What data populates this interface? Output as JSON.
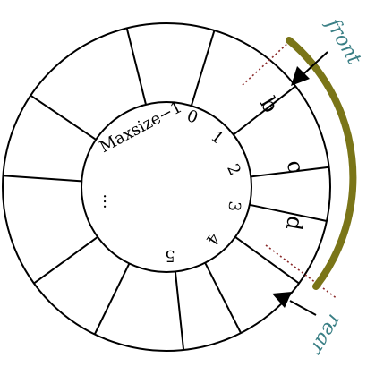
{
  "labels": {
    "maxsize": "Maxsize−1",
    "indices": [
      "0",
      "1",
      "2",
      "3",
      "4",
      "5"
    ],
    "ellipsis": "...",
    "elements": [
      "b",
      "c",
      "d"
    ],
    "front": "front",
    "rear": "rear"
  },
  "colors": {
    "line": "#000000",
    "arc": "#7a7518",
    "pointer_text": "#3a7f85",
    "dotted": "#8b2a2a"
  },
  "queue": {
    "slots": 12,
    "filled": [
      "b",
      "c",
      "d"
    ]
  }
}
